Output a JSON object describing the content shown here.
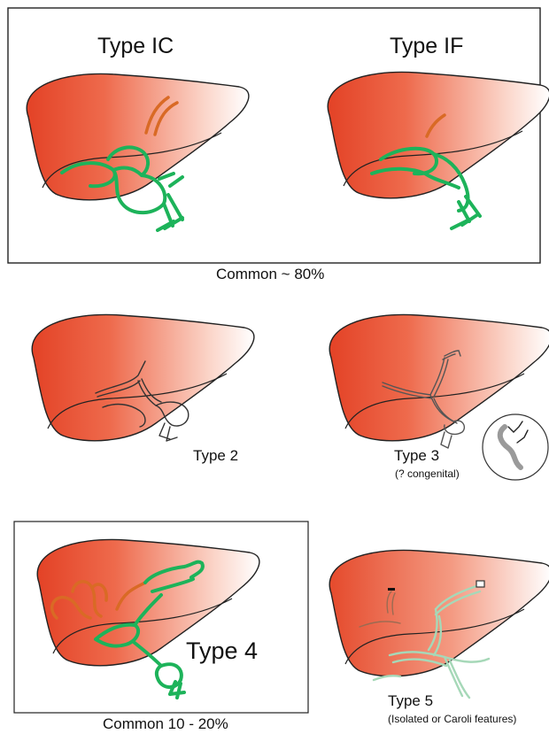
{
  "panels": {
    "type_ic": {
      "title": "Type IC"
    },
    "type_if": {
      "title": "Type IF"
    },
    "type_2": {
      "label": "Type 2"
    },
    "type_3": {
      "label": "Type 3",
      "note": "(? congenital)"
    },
    "type_4": {
      "label": "Type 4"
    },
    "type_5": {
      "label": "Type 5",
      "note": "(Isolated or Caroli features)"
    }
  },
  "captions": {
    "common_top": "Common ~ 80%",
    "common_bottom": "Common 10 - 20%"
  },
  "colors": {
    "liver_dark": "#e8472a",
    "liver_light": "#ffffff",
    "duct_green": "#1db35a",
    "duct_orange": "#d96a25",
    "outline": "#222222"
  }
}
